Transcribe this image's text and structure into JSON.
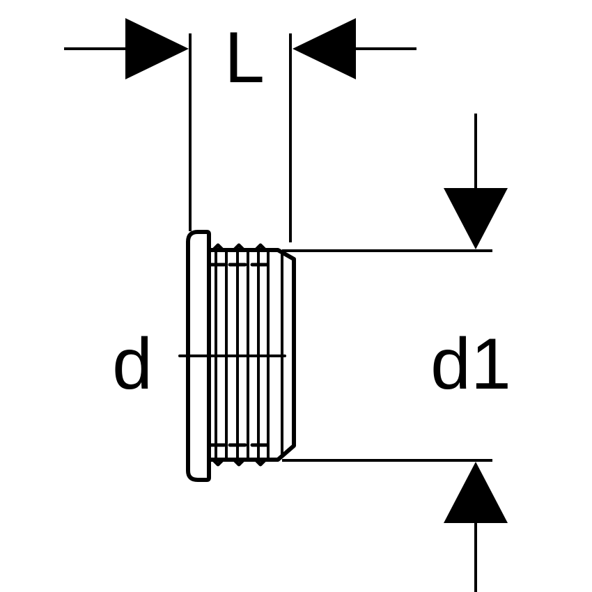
{
  "labels": {
    "length": "L",
    "inner_diameter": "d",
    "outer_diameter": "d1"
  },
  "colors": {
    "line": "#000000",
    "background": "#ffffff"
  }
}
